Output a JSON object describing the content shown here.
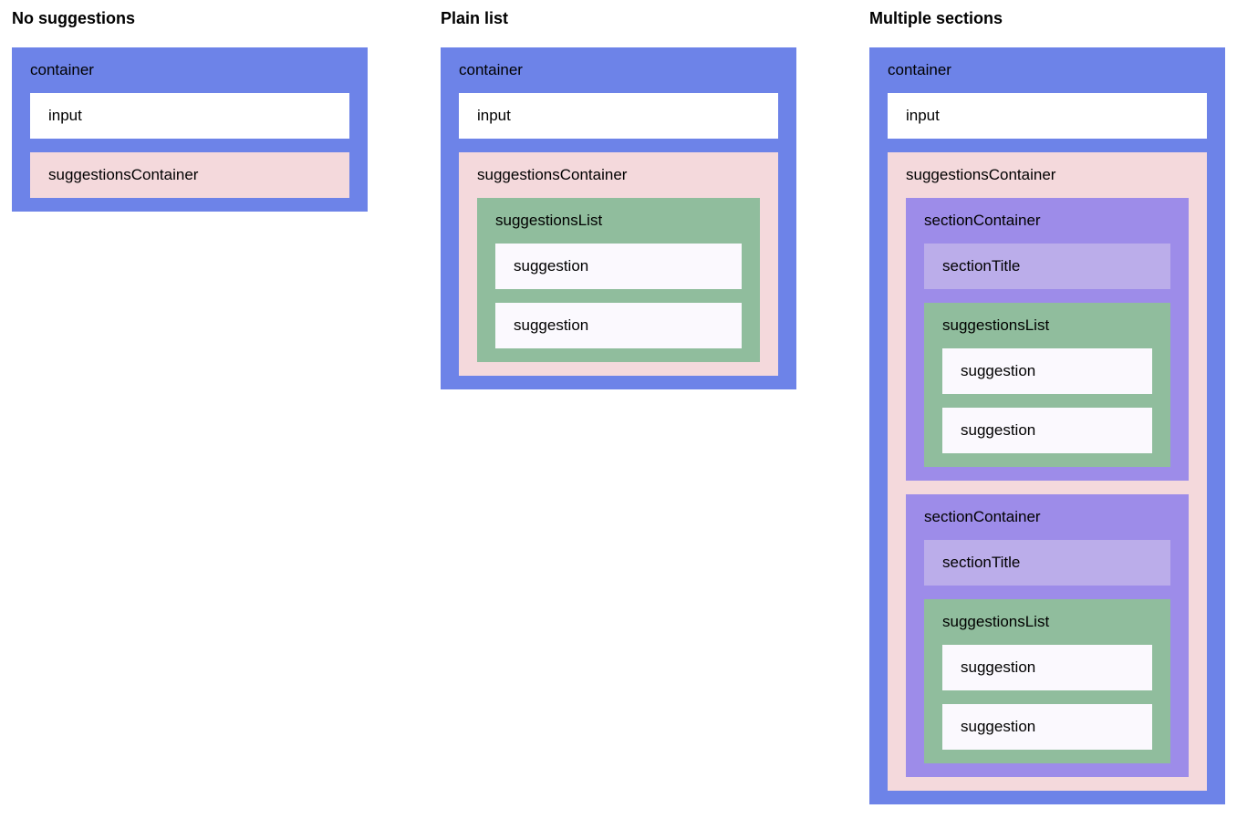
{
  "colors": {
    "page_bg": "#ffffff",
    "text": "#000000",
    "container_bg": "#6d83e8",
    "input_bg": "#ffffff",
    "suggestions_container_bg": "#f4d9dc",
    "suggestions_list_bg": "#90bd9d",
    "suggestion_bg": "#fbf9fe",
    "section_container_bg": "#9d8ce9",
    "section_title_bg": "#bbadea"
  },
  "examples": {
    "no_suggestions": {
      "heading": "No suggestions",
      "container_label": "container",
      "input_label": "input",
      "suggestions_container_label": "suggestionsContainer"
    },
    "plain_list": {
      "heading": "Plain list",
      "container_label": "container",
      "input_label": "input",
      "suggestions_container_label": "suggestionsContainer",
      "suggestions_list_label": "suggestionsList",
      "suggestions": [
        "suggestion",
        "suggestion"
      ]
    },
    "multiple_sections": {
      "heading": "Multiple sections",
      "container_label": "container",
      "input_label": "input",
      "suggestions_container_label": "suggestionsContainer",
      "sections": [
        {
          "container_label": "sectionContainer",
          "title_label": "sectionTitle",
          "suggestions_list_label": "suggestionsList",
          "suggestions": [
            "suggestion",
            "suggestion"
          ]
        },
        {
          "container_label": "sectionContainer",
          "title_label": "sectionTitle",
          "suggestions_list_label": "suggestionsList",
          "suggestions": [
            "suggestion",
            "suggestion"
          ]
        }
      ]
    }
  }
}
